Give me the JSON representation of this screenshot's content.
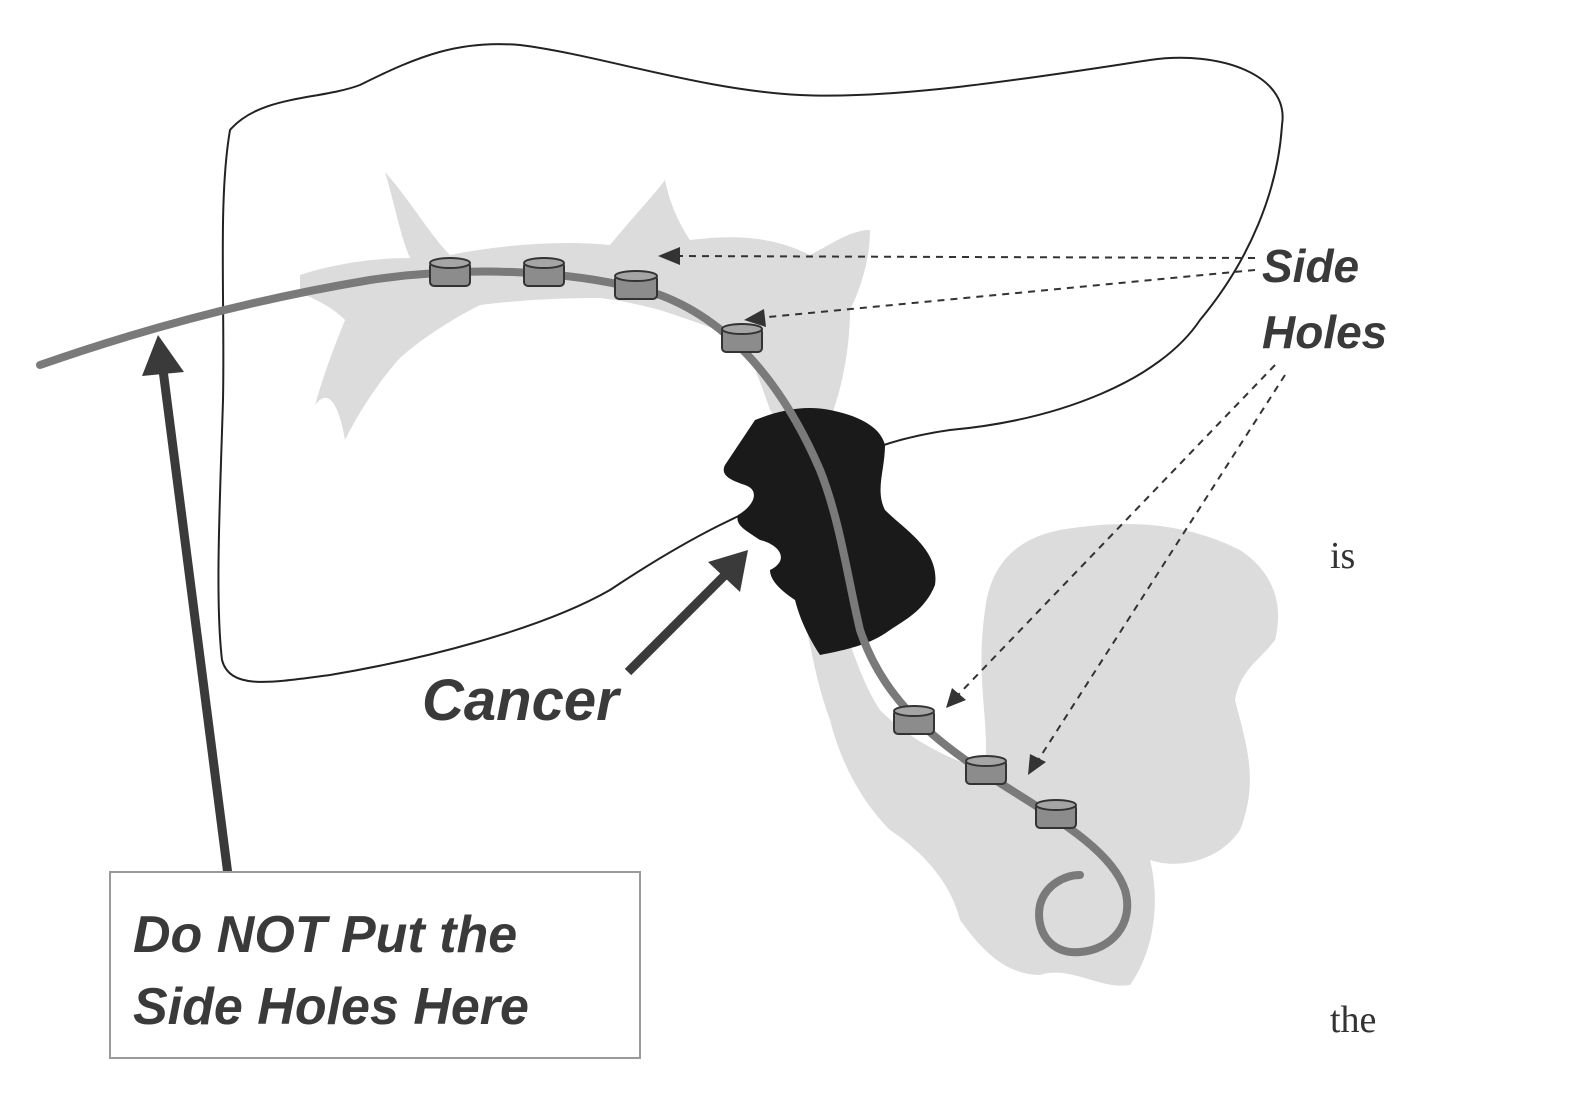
{
  "labels": {
    "side_holes_line1": "Side",
    "side_holes_line2": "Holes",
    "cancer": "Cancer",
    "warning_line1": "Do NOT Put the",
    "warning_line2": "Side Holes Here",
    "fragment_is": "is",
    "fragment_the": "the"
  },
  "colors": {
    "outline": "#222222",
    "duct": "#dcdcdc",
    "catheter": "#7a7a7a",
    "side_hole": "#8c8c8c",
    "tumor": "#1a1a1a",
    "arrow": "#3a3a3a"
  }
}
